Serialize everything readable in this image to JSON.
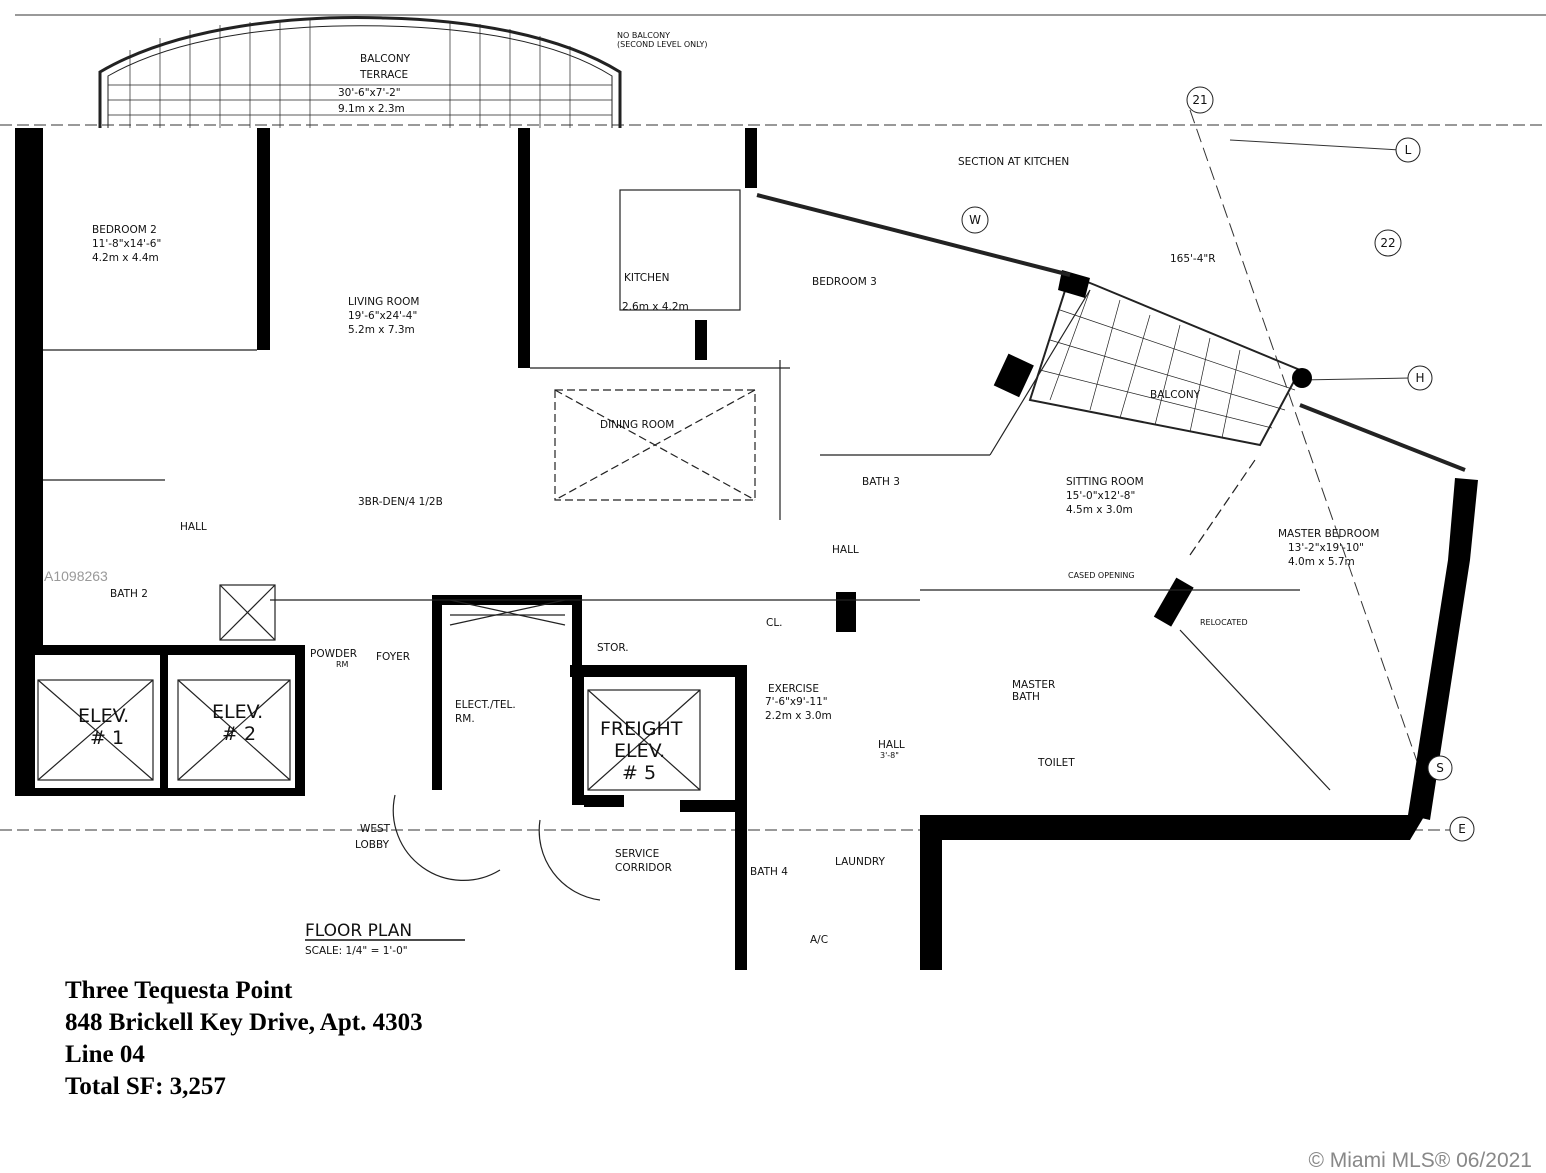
{
  "plan": {
    "title": "FLOOR PLAN",
    "scale": "SCALE: 1/4\" = 1'-0\"",
    "unit_type": "3BR-DEN/4 1/2B",
    "notes": {
      "no_balcony": "NO BALCONY",
      "no_balcony_sub": "(SECOND LEVEL ONLY)",
      "section": "SECTION AT KITCHEN",
      "radius": "165'-4\"R",
      "cased_opening": "CASED OPENING",
      "relocated": "RELOCATED"
    },
    "rooms": {
      "balcony_terrace": {
        "name1": "BALCONY",
        "name2": "TERRACE",
        "dim": "30'-6\"x7'-2\"",
        "metric": "9.1m x 2.3m"
      },
      "bedroom2": {
        "name": "BEDROOM 2",
        "dim": "11'-8\"x14'-6\"",
        "metric": "4.2m x 4.4m"
      },
      "living": {
        "name": "LIVING ROOM",
        "dim": "19'-6\"x24'-4\"",
        "metric": "5.2m x 7.3m"
      },
      "kitchen": {
        "name": "KITCHEN",
        "metric": "2.6m x 4.2m"
      },
      "bedroom3": {
        "name": "BEDROOM 3"
      },
      "dining": {
        "name": "DINING ROOM"
      },
      "hall1": {
        "name": "HALL"
      },
      "bath2": {
        "name": "BATH 2"
      },
      "bath3": {
        "name": "BATH 3"
      },
      "hall2": {
        "name": "HALL"
      },
      "sitting": {
        "name": "SITTING ROOM",
        "dim": "15'-0\"x12'-8\"",
        "metric": "4.5m x 3.0m"
      },
      "master_bed": {
        "name": "MASTER BEDROOM",
        "dim": "13'-2\"x19'-10\"",
        "metric": "4.0m x 5.7m"
      },
      "balcony": {
        "name": "BALCONY"
      },
      "elev1": {
        "name": "ELEV.",
        "num": "# 1"
      },
      "elev2": {
        "name": "ELEV.",
        "num": "# 2"
      },
      "powder": {
        "name": "POWDER",
        "name2": "RM"
      },
      "foyer": {
        "name": "FOYER"
      },
      "elect": {
        "name": "ELECT./TEL.",
        "name2": "RM."
      },
      "stor": {
        "name": "STOR."
      },
      "closet": {
        "name": "CL."
      },
      "freight": {
        "name": "FREIGHT",
        "name2": "ELEV.",
        "num": "# 5"
      },
      "exercise": {
        "name": "EXERCISE",
        "dim": "7'-6\"x9'-11\"",
        "metric": "2.2m x 3.0m"
      },
      "master_bath": {
        "name": "MASTER",
        "name2": "BATH"
      },
      "toilet": {
        "name": "TOILET"
      },
      "hall3": {
        "name": "HALL",
        "dim": "3'-8\""
      },
      "service": {
        "name": "SERVICE",
        "name2": "CORRIDOR"
      },
      "laundry": {
        "name": "LAUNDRY"
      },
      "bath4": {
        "name": "BATH 4"
      },
      "ac": {
        "name": "A/C"
      },
      "lobby": {
        "name": "WEST",
        "name2": "LOBBY"
      }
    },
    "grid_marks": [
      "21",
      "L",
      "W",
      "22",
      "H",
      "S",
      "E"
    ],
    "watermark": "A1098263"
  },
  "caption": {
    "building": "Three Tequesta Point",
    "address": "848 Brickell Key Drive, Apt. 4303",
    "line": "Line 04",
    "total_sf": "Total SF: 3,257"
  },
  "copyright": "© Miami MLS® 06/2021",
  "colors": {
    "ink": "#111111",
    "copyright": "#888888"
  }
}
